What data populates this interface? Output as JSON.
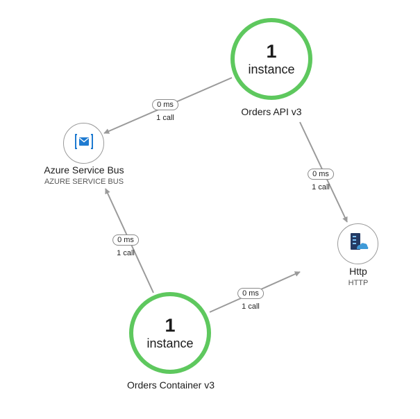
{
  "nodes": {
    "orders_api": {
      "count": "1",
      "unit": "instance",
      "name": "Orders API v3"
    },
    "orders_container": {
      "count": "1",
      "unit": "instance",
      "name": "Orders Container v3"
    },
    "service_bus": {
      "name": "Azure Service Bus",
      "type": "AZURE SERVICE BUS",
      "icon": "envelope-icon"
    },
    "http": {
      "name": "Http",
      "type": "HTTP",
      "icon": "server-cloud-icon"
    }
  },
  "edges": {
    "api_to_bus": {
      "duration": "0 ms",
      "calls": "1 call"
    },
    "api_to_http": {
      "duration": "0 ms",
      "calls": "1 call"
    },
    "container_to_bus": {
      "duration": "0 ms",
      "calls": "1 call"
    },
    "container_to_http": {
      "duration": "0 ms",
      "calls": "1 call"
    }
  },
  "colors": {
    "healthy": "#5ec85e",
    "edge": "#9a9a9a",
    "bus_icon": "#1f7bd1",
    "http_icon": "#2b4f88"
  }
}
